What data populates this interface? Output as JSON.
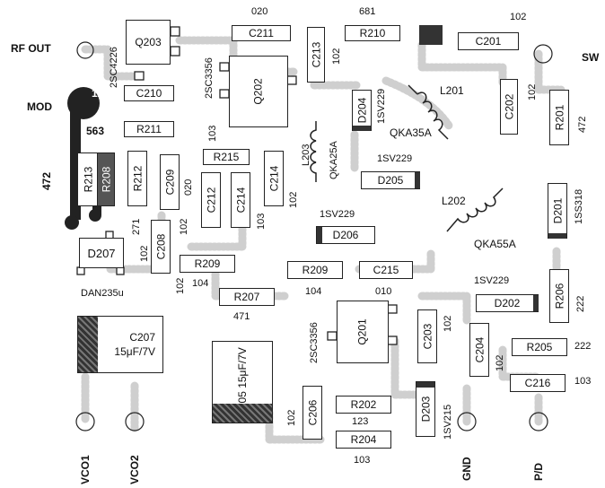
{
  "labels": {
    "rf_out": "RF OUT",
    "mod": "MOD",
    "sw": "SW",
    "vco1": "VCO1",
    "vco2": "VCO2",
    "gnd": "GND",
    "pd": "P/D"
  },
  "transistors": {
    "q203": {
      "ref": "Q203",
      "type": "2SC4226"
    },
    "q202": {
      "ref": "Q202",
      "type": "2SC3356"
    },
    "q201": {
      "ref": "Q201",
      "type": "2SC3356"
    }
  },
  "diodes": {
    "d204": {
      "ref": "D204",
      "type": "1SV229"
    },
    "d205": {
      "ref": "D205",
      "type": "1SV229"
    },
    "d206": {
      "ref": "D206",
      "type": "1SV229"
    },
    "d207": {
      "ref": "D207",
      "type": "DAN235u"
    },
    "d201": {
      "ref": "D201",
      "type": "1SS318"
    },
    "d202": {
      "ref": "D202",
      "type": "1SV229"
    },
    "d203": {
      "ref": "D203",
      "type": "1SV215"
    }
  },
  "inductors": {
    "l201": {
      "ref": "L201",
      "type": "QKA35A"
    },
    "l202": {
      "ref": "L202",
      "type": "QKA55A"
    },
    "l203": {
      "ref": "L203",
      "type": "QKA25A"
    }
  },
  "resistors": {
    "r210": {
      "ref": "R210",
      "value": "681"
    },
    "r201": {
      "ref": "R201",
      "value": "472"
    },
    "r211": {
      "ref": "R211",
      "value": "563"
    },
    "r213": {
      "ref": "R213",
      "value": "472"
    },
    "r208": {
      "ref": "R208",
      "value": "271"
    },
    "r212": {
      "ref": "R212",
      "value": ""
    },
    "r215": {
      "ref": "R215",
      "value": ""
    },
    "r209a": {
      "ref": "R209",
      "value": "104"
    },
    "r209b": {
      "ref": "R209",
      "value": "104"
    },
    "r207": {
      "ref": "R207",
      "value": "471"
    },
    "r206": {
      "ref": "R206",
      "value": "222"
    },
    "r205": {
      "ref": "R205",
      "value": "222"
    },
    "r202": {
      "ref": "R202",
      "value": "123"
    },
    "r204": {
      "ref": "R204",
      "value": "103"
    }
  },
  "capacitors": {
    "c211": {
      "ref": "C211",
      "value": "020"
    },
    "c213": {
      "ref": "C213",
      "value": "102"
    },
    "c201": {
      "ref": "C201",
      "value": "102"
    },
    "c210": {
      "ref": "C210",
      "value": "120"
    },
    "c202": {
      "ref": "C202",
      "value": "102"
    },
    "c209": {
      "ref": "C209",
      "value": "020"
    },
    "c212": {
      "ref": "C212",
      "value": "103"
    },
    "c214a": {
      "ref": "C214",
      "value": "103"
    },
    "c214b": {
      "ref": "C214",
      "value": "102"
    },
    "c208": {
      "ref": "C208",
      "value": "102"
    },
    "c215": {
      "ref": "C215",
      "value": "010"
    },
    "c207": {
      "ref": "C207",
      "value": "15μF/7V"
    },
    "c205": {
      "ref": "C205",
      "value": "15μF/7V"
    },
    "c203": {
      "ref": "C203",
      "value": "102"
    },
    "c204": {
      "ref": "C204",
      "value": "102"
    },
    "c206": {
      "ref": "C206",
      "value": "102"
    },
    "c216": {
      "ref": "C216",
      "value": "103"
    }
  },
  "extra_values": {
    "v102_d207": "102",
    "v102_c208": "102"
  },
  "colors": {
    "ink": "#222222",
    "trace": "#c8c8c8",
    "band": "#333333"
  }
}
